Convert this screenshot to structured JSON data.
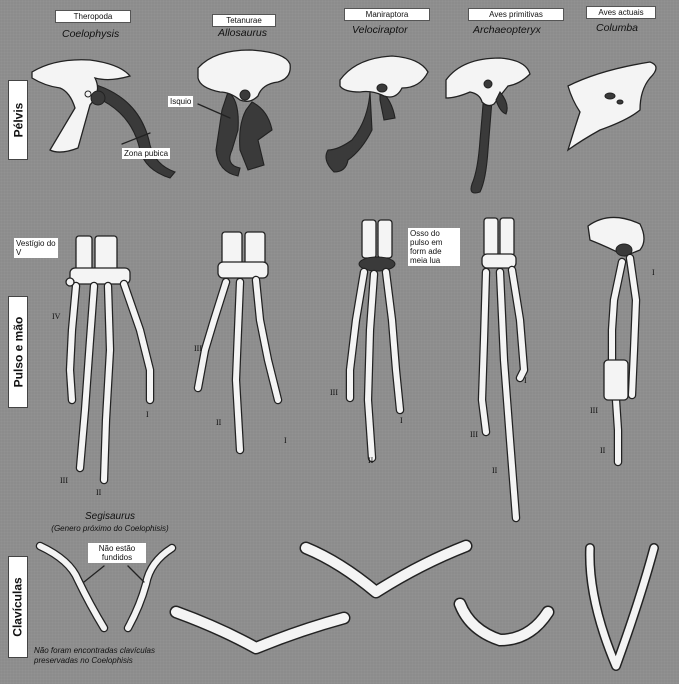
{
  "columns": [
    {
      "group": "Theropoda",
      "taxon": "Coelophysis"
    },
    {
      "group": "Tetanurae",
      "taxon": "Allosaurus"
    },
    {
      "group": "Maniraptora",
      "taxon": "Velociraptor"
    },
    {
      "group": "Aves primitivas",
      "taxon": "Archaeopteryx"
    },
    {
      "group": "Aves actuais",
      "taxon": "Columba"
    }
  ],
  "rows": {
    "pelvis": "Pélvis",
    "wrist_hand": "Pulso e mão",
    "clavicles": "Clavículas"
  },
  "annotations": {
    "isquio": "Isquio",
    "zona_pubica": "Zona pubica",
    "vestigio": "Vestígio do V",
    "osso_pulso": "Osso do pulso em form ade meia lua",
    "nao_fundidos": "Não estão fundidos"
  },
  "segisaurus": {
    "name": "Segisaurus",
    "note": "(Genero próximo do Coelophisis)"
  },
  "no_clavicle_note": "Não foram encontradas clavículas preservadas no Coelophisis",
  "digit_labels": {
    "i": "I",
    "ii": "II",
    "iii": "III",
    "iv": "IV"
  },
  "colors": {
    "background": "#8c8c8c",
    "bone": "#f4f4f4",
    "bone_dark": "#3a3a3a",
    "outline": "#222222"
  }
}
